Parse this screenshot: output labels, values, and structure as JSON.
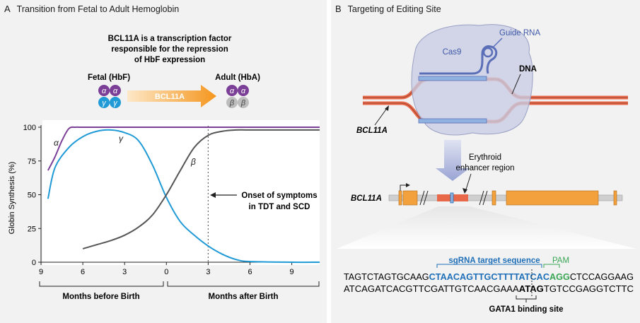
{
  "panel_a": {
    "letter": "A",
    "title": "Transition from Fetal to Adult Hemoglobin",
    "bcl11a_note": [
      "BCL11A is a transcription factor",
      "responsible for the repression",
      "of HbF expression"
    ],
    "fetal_label": "Fetal (HbF)",
    "adult_label": "Adult (HbA)",
    "arrow_label": "BCL11A",
    "fetal_subunits": [
      "α",
      "α",
      "γ",
      "γ"
    ],
    "adult_subunits": [
      "α",
      "α",
      "β",
      "β"
    ],
    "onset_annotation": [
      "Onset of symptoms",
      "in TDT and SCD"
    ],
    "bracket_before": "Months before Birth",
    "bracket_after": "Months after Birth",
    "colors": {
      "alpha": "#7b3f98",
      "gamma": "#1f9ad6",
      "beta": "#555555",
      "arrow": "#f5961e"
    }
  },
  "chart_data": {
    "type": "line",
    "title": "",
    "ylabel": "Globin Synthesis (%)",
    "xlabel": "",
    "ylim": [
      0,
      100
    ],
    "xlim": [
      -9,
      11
    ],
    "yticks": [
      0,
      25,
      50,
      75,
      100
    ],
    "xticks": [
      -9,
      -6,
      -3,
      0,
      3,
      6,
      9
    ],
    "xtick_labels": [
      "9",
      "6",
      "3",
      "0",
      "3",
      "6",
      "9"
    ],
    "onset_month": 3,
    "series": [
      {
        "name": "α",
        "color": "#7b3f98",
        "x": [
          -8.5,
          -8,
          -7.5,
          -7,
          -6.5,
          -6,
          -3,
          0,
          3,
          6,
          9,
          11
        ],
        "y": [
          68,
          78,
          90,
          99,
          100,
          100,
          100,
          100,
          100,
          100,
          100,
          100
        ]
      },
      {
        "name": "γ",
        "color": "#1f9ad6",
        "x": [
          -8.5,
          -8,
          -7,
          -6,
          -5,
          -4,
          -3,
          -2,
          -1,
          0,
          1,
          2,
          3,
          4,
          5,
          6,
          9,
          11
        ],
        "y": [
          47,
          70,
          85,
          93,
          97,
          98,
          96,
          90,
          72,
          48,
          30,
          20,
          12,
          6,
          2,
          0.5,
          0,
          0
        ]
      },
      {
        "name": "β",
        "color": "#555555",
        "x": [
          -6,
          -5,
          -4,
          -3,
          -2,
          -1,
          0,
          1,
          2,
          3,
          4,
          5,
          6,
          9,
          11
        ],
        "y": [
          10,
          13,
          16,
          20,
          26,
          35,
          50,
          68,
          85,
          94,
          97,
          98,
          98,
          98,
          98
        ]
      }
    ]
  },
  "panel_b": {
    "letter": "B",
    "title": "Targeting of Editing Site",
    "guide_rna_label": "Guide RNA",
    "cas9_label": "Cas9",
    "dna_label": "DNA",
    "gene_label": "BCL11A",
    "enhancer_label": [
      "Erythroid",
      "enhancer region"
    ],
    "gene_map_label": "BCL11A",
    "sgrna_label": "sgRNA target sequence",
    "pam_label": "PAM",
    "seq_top": {
      "pre": "TAGTCTAGTGCAAG",
      "target": "CTAACAGTTGCTTTTATCAC",
      "pam": "AGG",
      "post": "CTCCAGGAAG"
    },
    "seq_bottom": {
      "pre": "ATCAGATCACGTTCGATTGTCAACGAAA",
      "gata": "ATAG",
      "post": "TGTCCGAGGTCTTC"
    },
    "gata1_label": "GATA1 binding site",
    "colors": {
      "dna": "#e8694a",
      "cas9": "#c9cde3",
      "guide": "#5b6fb8",
      "target_seq": "#1e6fb8",
      "pam": "#3aa655",
      "exon": "#f3a13c"
    }
  }
}
